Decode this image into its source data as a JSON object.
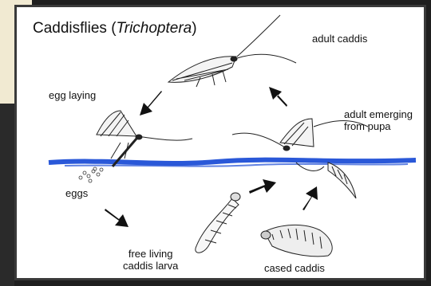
{
  "title": {
    "main": "Caddisflies (",
    "italic": "Trichoptera",
    "close": ")"
  },
  "labels": {
    "adult_caddis": "adult caddis",
    "egg_laying": "egg laying",
    "adult_emerging": "adult emerging\nfrom pupa",
    "eggs": "eggs",
    "free_living_larva": "free living\ncaddis larva",
    "cased_caddis": "cased caddis"
  },
  "colors": {
    "water": "#1f4fd6",
    "arrow": "#111111",
    "line": "#222222"
  }
}
